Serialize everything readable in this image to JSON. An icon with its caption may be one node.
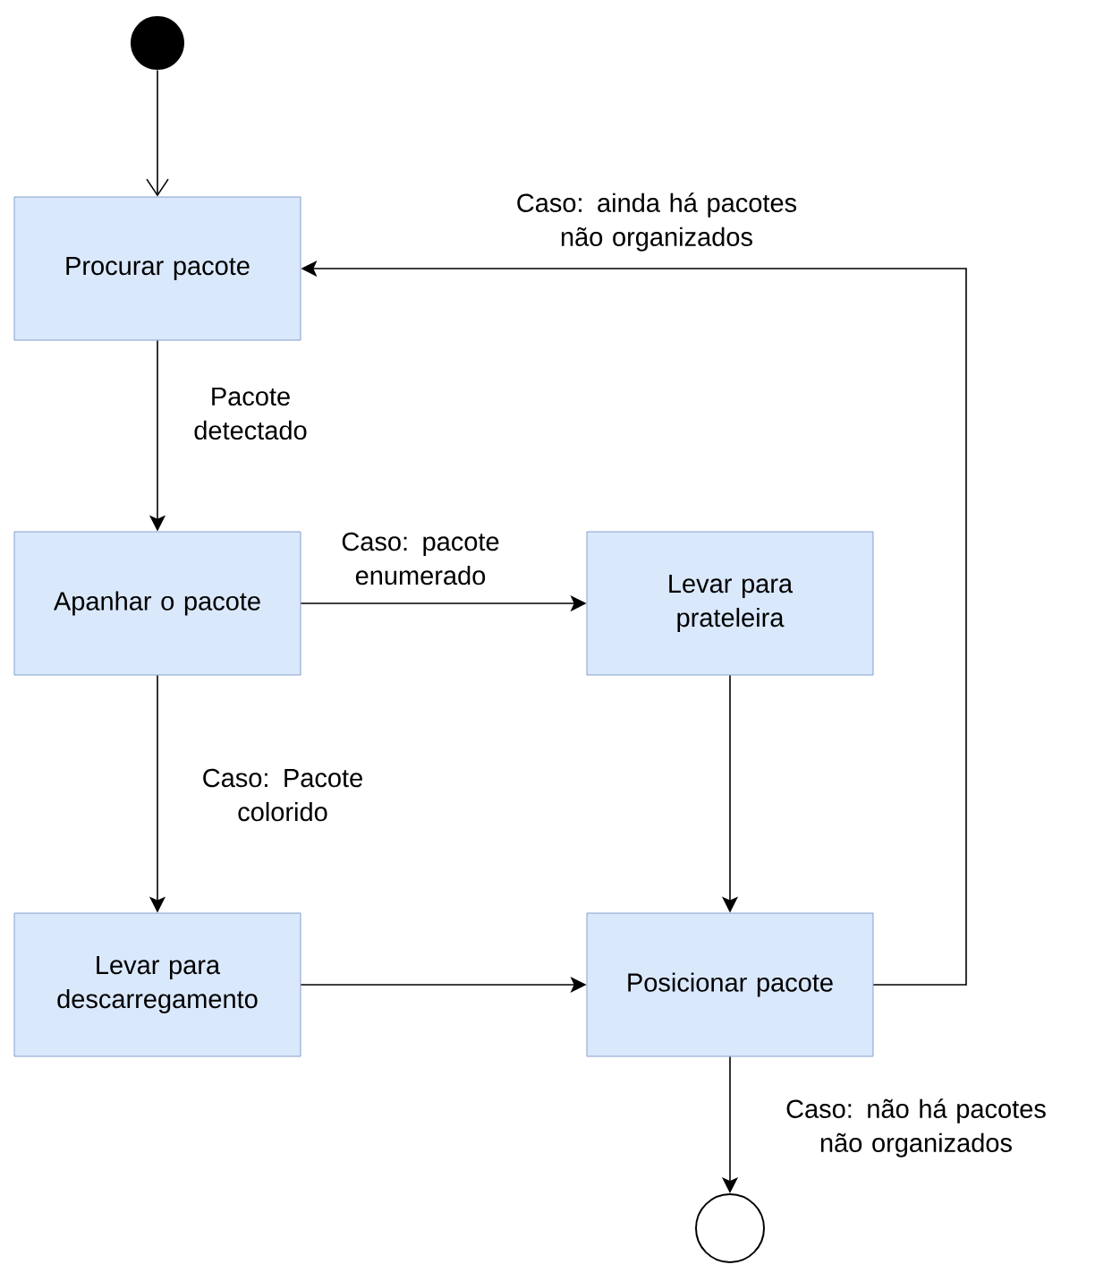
{
  "diagram": {
    "nodes": [
      {
        "text": [],
        "shape": "circle"
      },
      {
        "text": [
          "Procurar pacote"
        ]
      },
      {
        "text": [
          "Apanhar o pacote"
        ]
      },
      {
        "text": [
          "Levar para prateleira"
        ]
      },
      {
        "text": [
          "Levar para descarregamento"
        ]
      },
      {
        "text": [
          "Posicionar pacote"
        ]
      },
      {
        "text": [],
        "shape": "circle"
      }
    ],
    "edges": [
      {
        "from": 0,
        "to": 1,
        "arrow": "to"
      },
      {
        "from": 1,
        "to": 2,
        "arrow": "to",
        "label": "Pacote detectado"
      },
      {
        "from": 2,
        "to": 3,
        "arrow": "to",
        "label": "Caso: pacote enumerado"
      },
      {
        "from": 2,
        "to": 4,
        "arrow": "to",
        "label": "Caso: Pacote colorido"
      },
      {
        "from": 3,
        "to": 5,
        "arrow": "to"
      },
      {
        "from": 4,
        "to": 5,
        "arrow": "to"
      },
      {
        "from": 5,
        "to": 1,
        "arrow": "to",
        "label": "Caso: ainda há pacotes não organizados"
      },
      {
        "from": 5,
        "to": 6,
        "arrow": "to",
        "label": "Caso: não há pacotes não organizados"
      }
    ]
  }
}
